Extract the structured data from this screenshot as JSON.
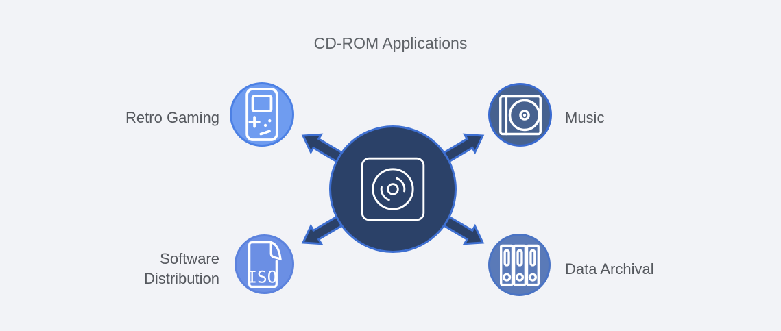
{
  "title": "CD-ROM Applications",
  "colors": {
    "background": "#f2f3f7",
    "title": "#5f6368",
    "label": "#55585e",
    "hub_fill": "#2b4168",
    "hub_stroke": "#3e6fd1",
    "arrow_fill": "#2b4168",
    "arrow_stroke": "#3e6fd1",
    "icon_stroke": "#ffffff"
  },
  "hub": {
    "icon": "cd-disc-icon"
  },
  "nodes": [
    {
      "id": "retro-gaming",
      "label": "Retro Gaming",
      "icon": "handheld-console-icon",
      "circle_fill": "#6f9cf0",
      "circle_stroke": "#4c80e4"
    },
    {
      "id": "music",
      "label": "Music",
      "icon": "cd-jewel-case-icon",
      "circle_fill": "#47628f",
      "circle_stroke": "#3a6ad0"
    },
    {
      "id": "software-distribution",
      "label": "Software Distribution",
      "icon": "iso-file-icon",
      "icon_text": "ISO",
      "circle_fill": "#6b8fe4",
      "circle_stroke": "#5c82dd"
    },
    {
      "id": "data-archival",
      "label": "Data Archival",
      "icon": "archive-binders-icon",
      "circle_fill": "#5a7ab8",
      "circle_stroke": "#4a73c4"
    }
  ]
}
